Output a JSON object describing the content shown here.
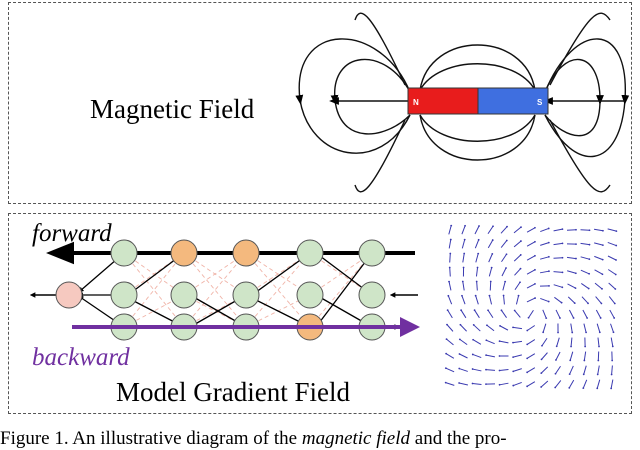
{
  "panels": {
    "magnetic": {
      "title": "Magnetic Field",
      "north_label": "N",
      "south_label": "S",
      "north_color": "#e81c1c",
      "south_color": "#3f6fe0"
    },
    "gradient": {
      "title": "Model Gradient Field",
      "forward_label": "forward",
      "backward_label": "backward",
      "backward_color": "#7030a0",
      "node_green": "#cfe5c8",
      "node_orange": "#f4b97e",
      "node_pink": "#f6c9c0",
      "vector_color": "#3a3ab0"
    }
  },
  "caption": {
    "prefix": "Figure 1. An illustrative diagram of the ",
    "emphasis": "magnetic field",
    "suffix": " and the pro-"
  }
}
